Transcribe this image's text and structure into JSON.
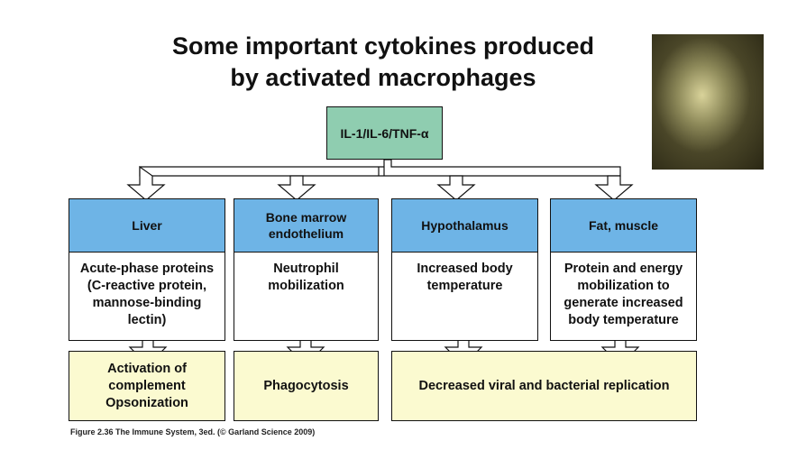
{
  "title": {
    "line1": "Some important cytokines produced",
    "line2": "by activated macrophages"
  },
  "photo": {
    "description_icon": "macrophage-micrograph"
  },
  "top_box": {
    "label": "IL-1/IL-6/TNF-α"
  },
  "targets": [
    {
      "label": "Liver"
    },
    {
      "label": "Bone marrow endothelium"
    },
    {
      "label": "Hypothalamus"
    },
    {
      "label": "Fat, muscle"
    }
  ],
  "effects": [
    {
      "label": "Acute-phase proteins (C-reactive protein, mannose-binding lectin)"
    },
    {
      "label": "Neutrophil mobilization"
    },
    {
      "label": "Increased body temperature"
    },
    {
      "label": "Protein and energy mobilization to generate increased body temperature"
    }
  ],
  "outcomes": [
    {
      "line1": "Activation of",
      "line2": "complement",
      "line3": "Opsonization"
    },
    {
      "label": "Phagocytosis"
    },
    {
      "label": "Decreased viral and bacterial replication"
    }
  ],
  "caption": "Figure 2.36 The Immune System, 3ed. (© Garland Science 2009)",
  "colors": {
    "top": "#8fcdb0",
    "blue": "#6eb4e6",
    "yellow": "#fbfad0"
  }
}
